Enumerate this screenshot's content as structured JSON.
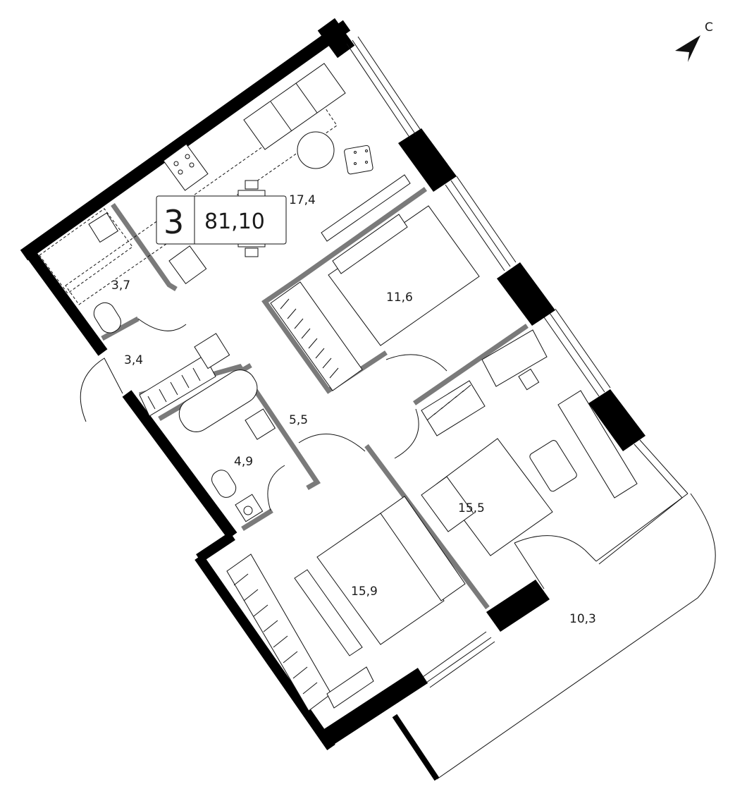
{
  "apartment": {
    "rooms_count": "3",
    "total_area": "81,10"
  },
  "north_indicator": {
    "label": "С",
    "icon": "north-arrow-icon"
  },
  "rooms": [
    {
      "id": "living-kitchen",
      "area": "17,4"
    },
    {
      "id": "bedroom-1",
      "area": "11,6"
    },
    {
      "id": "bathroom-small",
      "area": "3,7"
    },
    {
      "id": "entrance",
      "area": "3,4"
    },
    {
      "id": "hall",
      "area": "5,5"
    },
    {
      "id": "bathroom",
      "area": "4,9"
    },
    {
      "id": "bedroom-2",
      "area": "15,5"
    },
    {
      "id": "bedroom-3",
      "area": "15,9"
    },
    {
      "id": "terrace",
      "area": "10,3"
    }
  ],
  "colors": {
    "exterior_wall": "#000000",
    "interior_wall": "#7a7a7a",
    "lines": "#111111",
    "background": "#ffffff"
  }
}
